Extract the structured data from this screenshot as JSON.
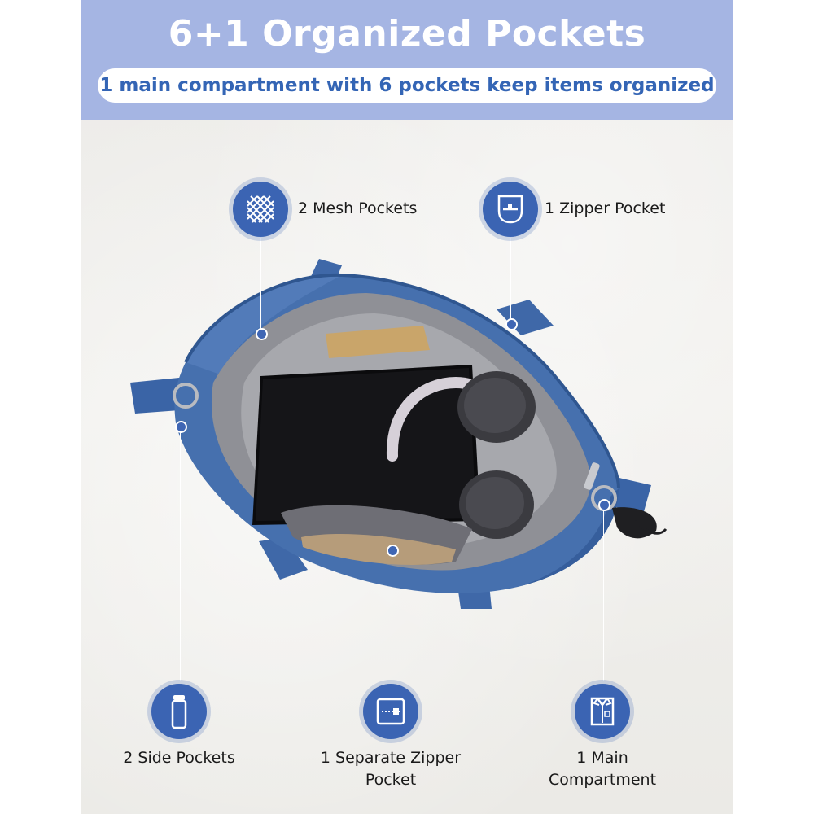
{
  "header": {
    "title": "6+1 Organized Pockets",
    "subtitle": "1 main compartment with 6 pockets keep items organized"
  },
  "callouts": {
    "mesh": {
      "icon": "mesh-grid-icon",
      "label": "2 Mesh Pockets"
    },
    "zipper": {
      "icon": "zipper-pocket-icon",
      "label": "1 Zipper Pocket"
    },
    "side": {
      "icon": "bottle-icon",
      "label": "2 Side Pockets"
    },
    "separate": {
      "icon": "zipper-pouch-icon",
      "label_line1": "1 Separate Zipper",
      "label_line2": "Pocket"
    },
    "main": {
      "icon": "shirt-icon",
      "label_line1": "1 Main",
      "label_line2": "Compartment"
    }
  },
  "colors": {
    "header_bg": "#a5b5e3",
    "accent_blue": "#3b64b3",
    "subtitle_text": "#3465b5",
    "bag_blue": "#4670ae"
  }
}
